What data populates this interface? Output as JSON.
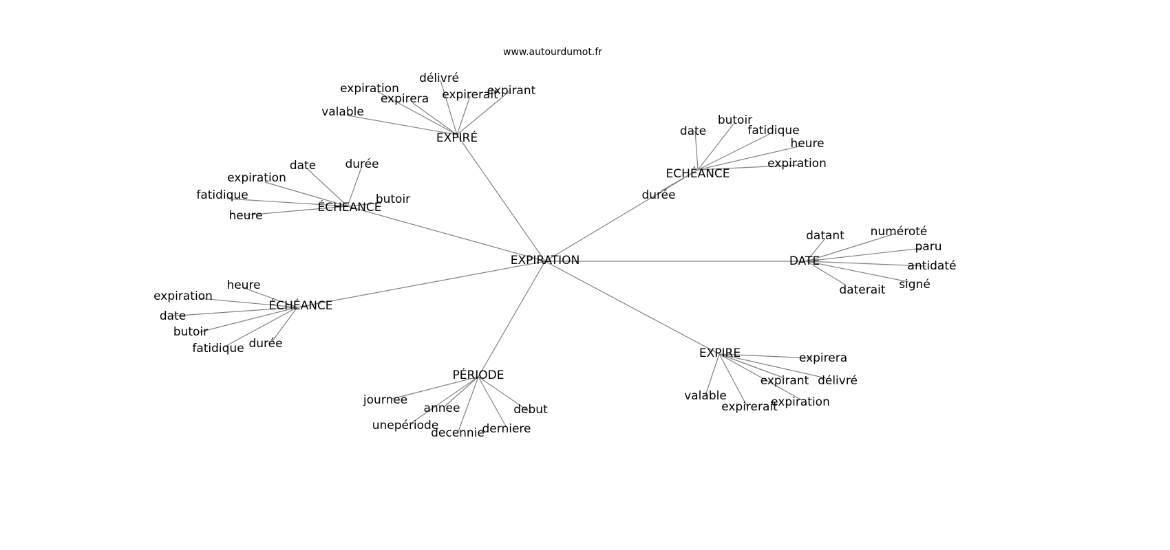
{
  "title": "www.autourdumot.fr",
  "graph": {
    "hub": "EXPIRATION",
    "groups": [
      {
        "label": "EXPIRÉ",
        "leaves": [
          "valable",
          "expiration",
          "expirera",
          "délivré",
          "expirerait",
          "expirant"
        ]
      },
      {
        "label": "ECHÉANCE",
        "leaves": [
          "date",
          "butoir",
          "fatidique",
          "heure",
          "expiration",
          "durée"
        ]
      },
      {
        "label": "DATE",
        "leaves": [
          "datant",
          "numéroté",
          "paru",
          "antidaté",
          "signé",
          "daterait"
        ]
      },
      {
        "label": "ÉCHEANCE",
        "leaves": [
          "date",
          "durée",
          "expiration",
          "fatidique",
          "heure",
          "butoir"
        ]
      },
      {
        "label": "ÉCHÉANCE",
        "leaves": [
          "heure",
          "expiration",
          "date",
          "butoir",
          "fatidique",
          "durée"
        ]
      },
      {
        "label": "PÉRIODE",
        "leaves": [
          "journee",
          "annee",
          "unepériode",
          "decennie",
          "derniere",
          "debut"
        ]
      },
      {
        "label": "EXPIRE",
        "leaves": [
          "expirera",
          "délivré",
          "expirant",
          "expiration",
          "expirerait",
          "valable"
        ]
      }
    ]
  }
}
